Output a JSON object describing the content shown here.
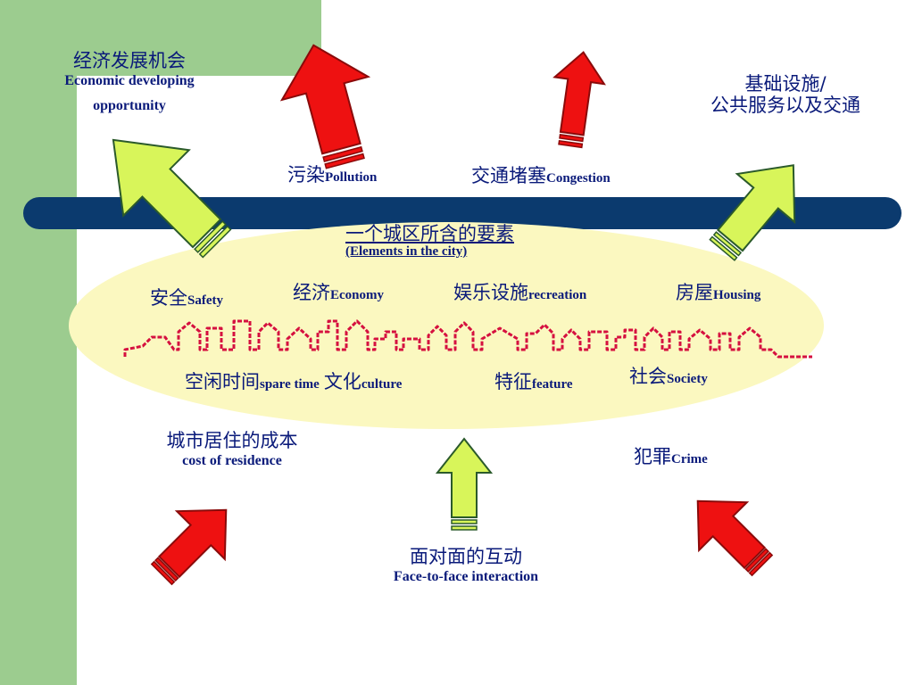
{
  "title": {
    "zh": "一个城区所含的要素",
    "en": "(Elements in the city)"
  },
  "top": {
    "economic": {
      "zh": "经济发展机会",
      "en1": "Economic developing",
      "en2": "opportunity"
    },
    "pollution": {
      "zh": "污染",
      "en": "Pollution"
    },
    "congestion": {
      "zh": "交通堵塞",
      "en": "Congestion"
    },
    "infrastructure": {
      "zh1": "基础设施/",
      "zh2": "公共服务以及交通"
    }
  },
  "elements": {
    "safety": {
      "zh": "安全",
      "en": "Safety"
    },
    "economy": {
      "zh": "经济",
      "en": "Economy"
    },
    "recreation": {
      "zh": "娱乐设施",
      "en": "recreation"
    },
    "housing": {
      "zh": "房屋",
      "en": "Housing"
    },
    "spare_time": {
      "zh": "空闲时间",
      "en": "spare time"
    },
    "culture": {
      "zh": "文化",
      "en": "culture"
    },
    "feature": {
      "zh": "特征",
      "en": "feature"
    },
    "society": {
      "zh": "社会",
      "en": "Society"
    }
  },
  "bottom": {
    "cost": {
      "zh": "城市居住的成本",
      "en": "cost of residence"
    },
    "crime": {
      "zh": "犯罪",
      "en": "Crime"
    },
    "interaction": {
      "zh": "面对面的互动",
      "en": "Face-to-face interaction"
    }
  },
  "colors": {
    "green": "#9ccc8f",
    "navy": "#0b3a6e",
    "red": "#ee1111",
    "lime": "#d8f55a",
    "ellipse": "#fbf8c0",
    "text": "#0a1a7a",
    "skyline": "#d5103f"
  }
}
